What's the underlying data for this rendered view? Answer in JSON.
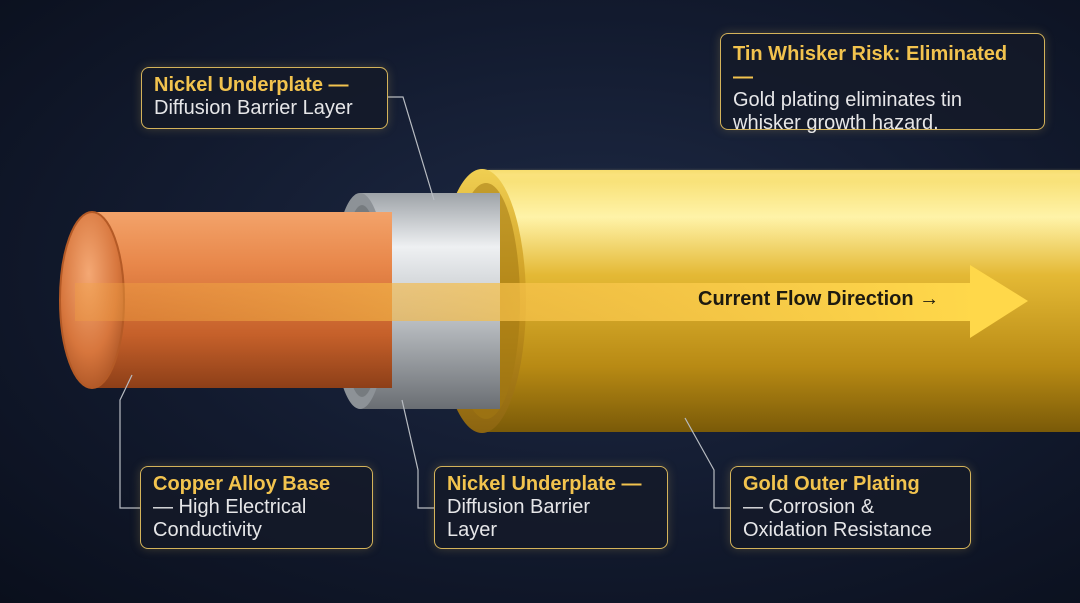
{
  "callouts": {
    "nickel_top": {
      "title": "Nickel Underplate —",
      "body": "Diffusion Barrier Layer"
    },
    "tin_whisker": {
      "title": "Tin Whisker Risk: Eliminated —",
      "body": "Gold plating eliminates tin whisker growth hazard."
    },
    "copper": {
      "title": "Copper Alloy Base",
      "body": "— High Electrical Conductivity"
    },
    "nickel_bottom": {
      "title": "Nickel Underplate —",
      "body": "Diffusion Barrier Layer"
    },
    "gold": {
      "title": "Gold Outer Plating",
      "body": "— Corrosion & Oxidation Resistance"
    }
  },
  "flow_label": "Current Flow Direction →",
  "colors": {
    "accent": "#f2c34e",
    "copper": "#d9733a",
    "nickel": "#c8cbce",
    "gold": "#e0b832",
    "background": "#121a2e"
  }
}
